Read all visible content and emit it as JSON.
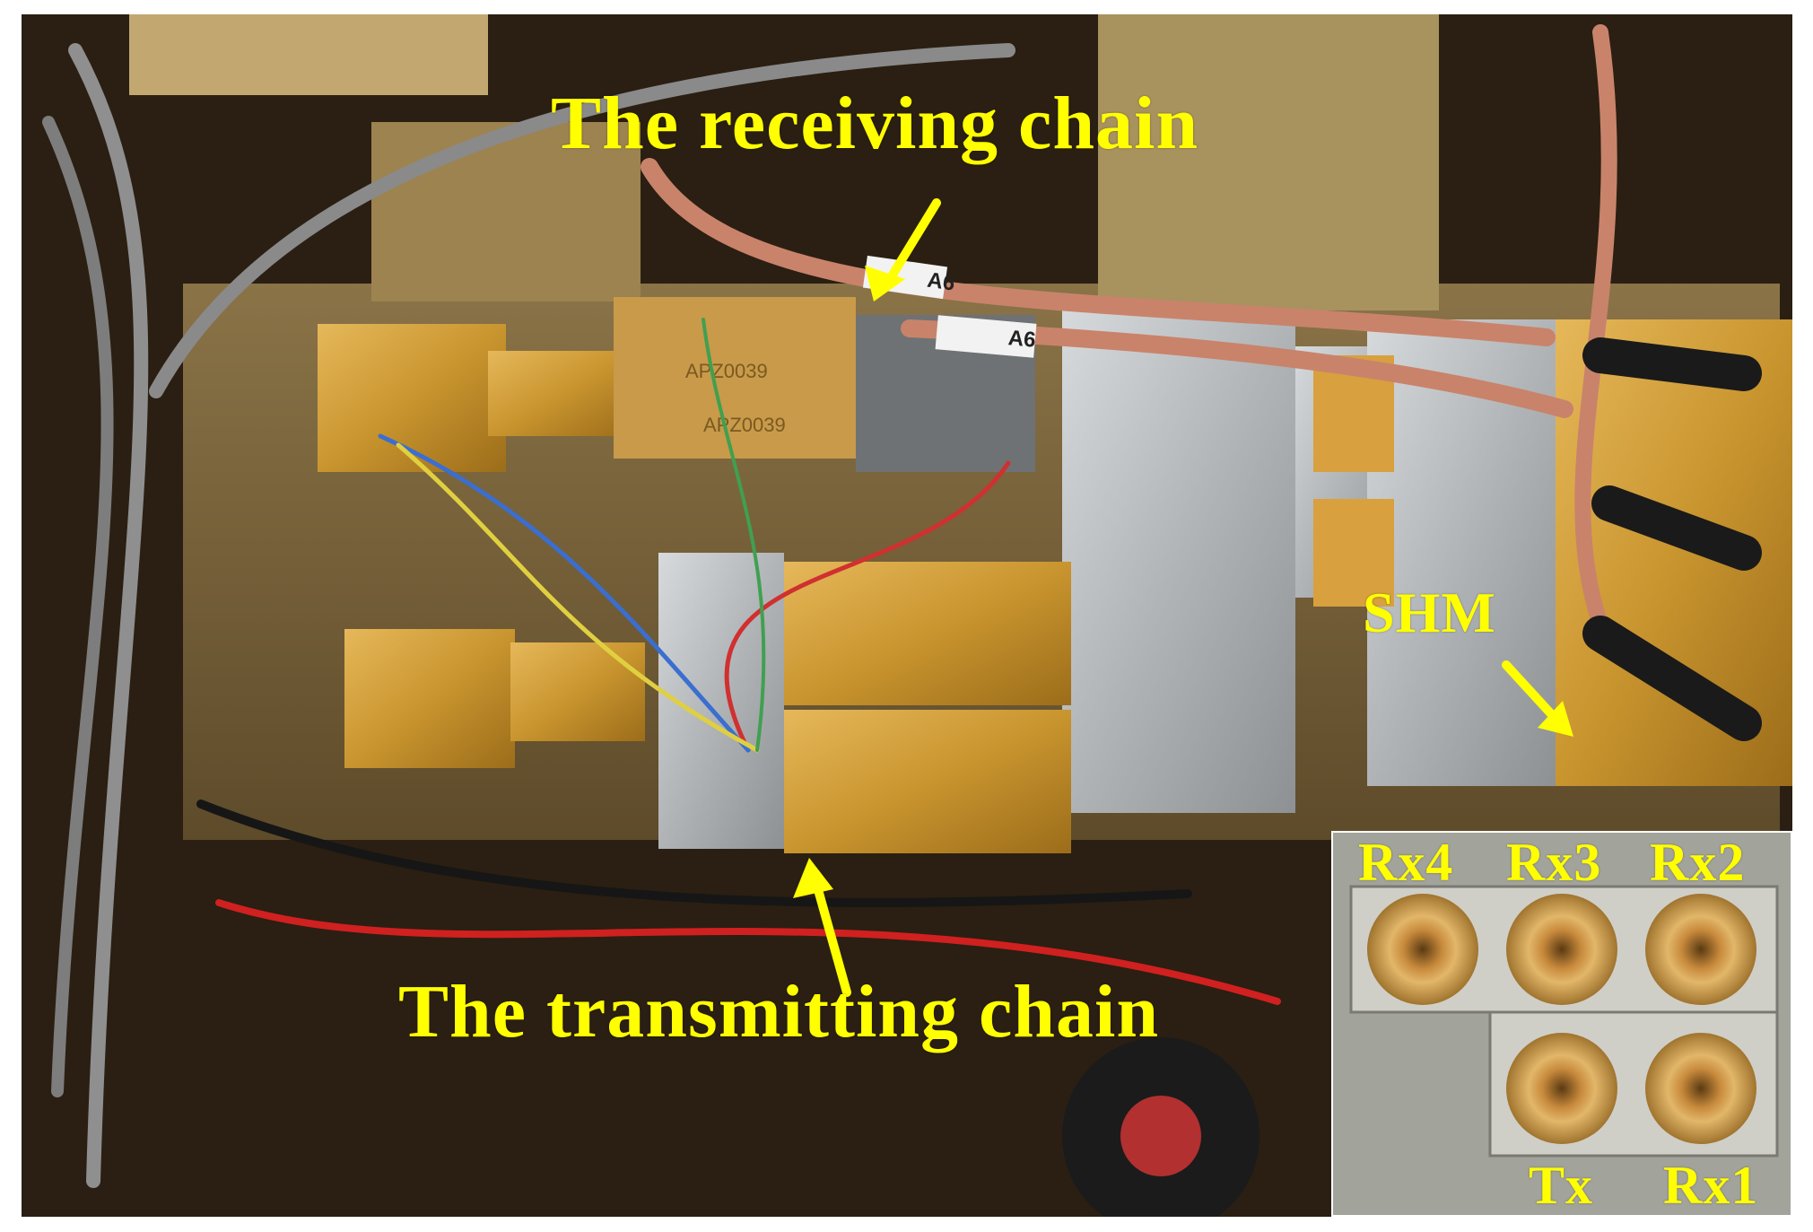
{
  "figure": {
    "labels": {
      "receiving_chain": "The receiving chain",
      "transmitting_chain": "The transmitting chain",
      "shm": "SHM"
    },
    "inset": {
      "ports": {
        "rx4": "Rx4",
        "rx3": "Rx3",
        "rx2": "Rx2",
        "tx": "Tx",
        "rx1": "Rx1"
      }
    },
    "printed_markings": {
      "tag_1": "A6",
      "tag_2": "A6",
      "part_1": "APZ0039",
      "part_2": "APZ0039"
    }
  },
  "colors": {
    "annotation": "#ffff00",
    "background": "#2a1f12",
    "gold": "#c9952f",
    "aluminum": "#b9bdbf",
    "cable_copper": "#c9836b",
    "cable_gray": "#8f8f8f"
  }
}
